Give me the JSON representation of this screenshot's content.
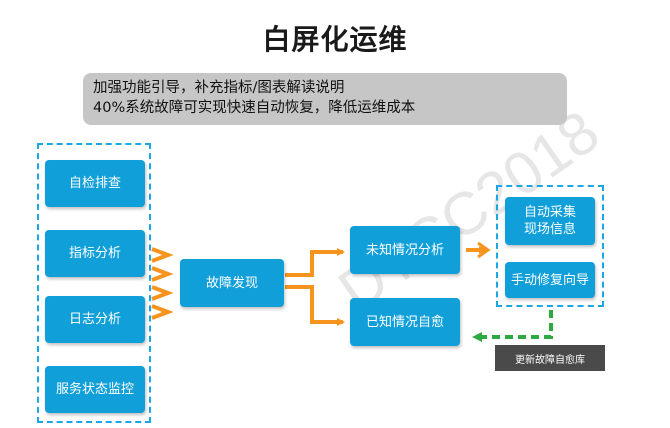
{
  "title": "白屏化运维",
  "note": {
    "line1": "加强功能引导，补充指标/图表解读说明",
    "line2": "40%系统故障可实现快速自动恢复，降低运维成本"
  },
  "left_group": {
    "items": [
      {
        "label": "自检排查"
      },
      {
        "label": "指标分析"
      },
      {
        "label": "日志分析"
      },
      {
        "label": "服务状态监控"
      }
    ]
  },
  "center": {
    "fault_discovery": "故障发现",
    "unknown_analysis": "未知情况分析",
    "known_self_heal": "已知情况自愈"
  },
  "right_group": {
    "auto_collect": "自动采集\n现场信息",
    "manual_repair": "手动修复向导"
  },
  "update_caption": "更新故障自愈库",
  "watermark": "DTCC2018",
  "colors": {
    "node_blue": "#109fd9",
    "dashed_border": "#1ba7e6",
    "arrow_orange": "#f7941d",
    "arrow_green": "#2ca940",
    "note_gray": "#c6c6c6"
  }
}
